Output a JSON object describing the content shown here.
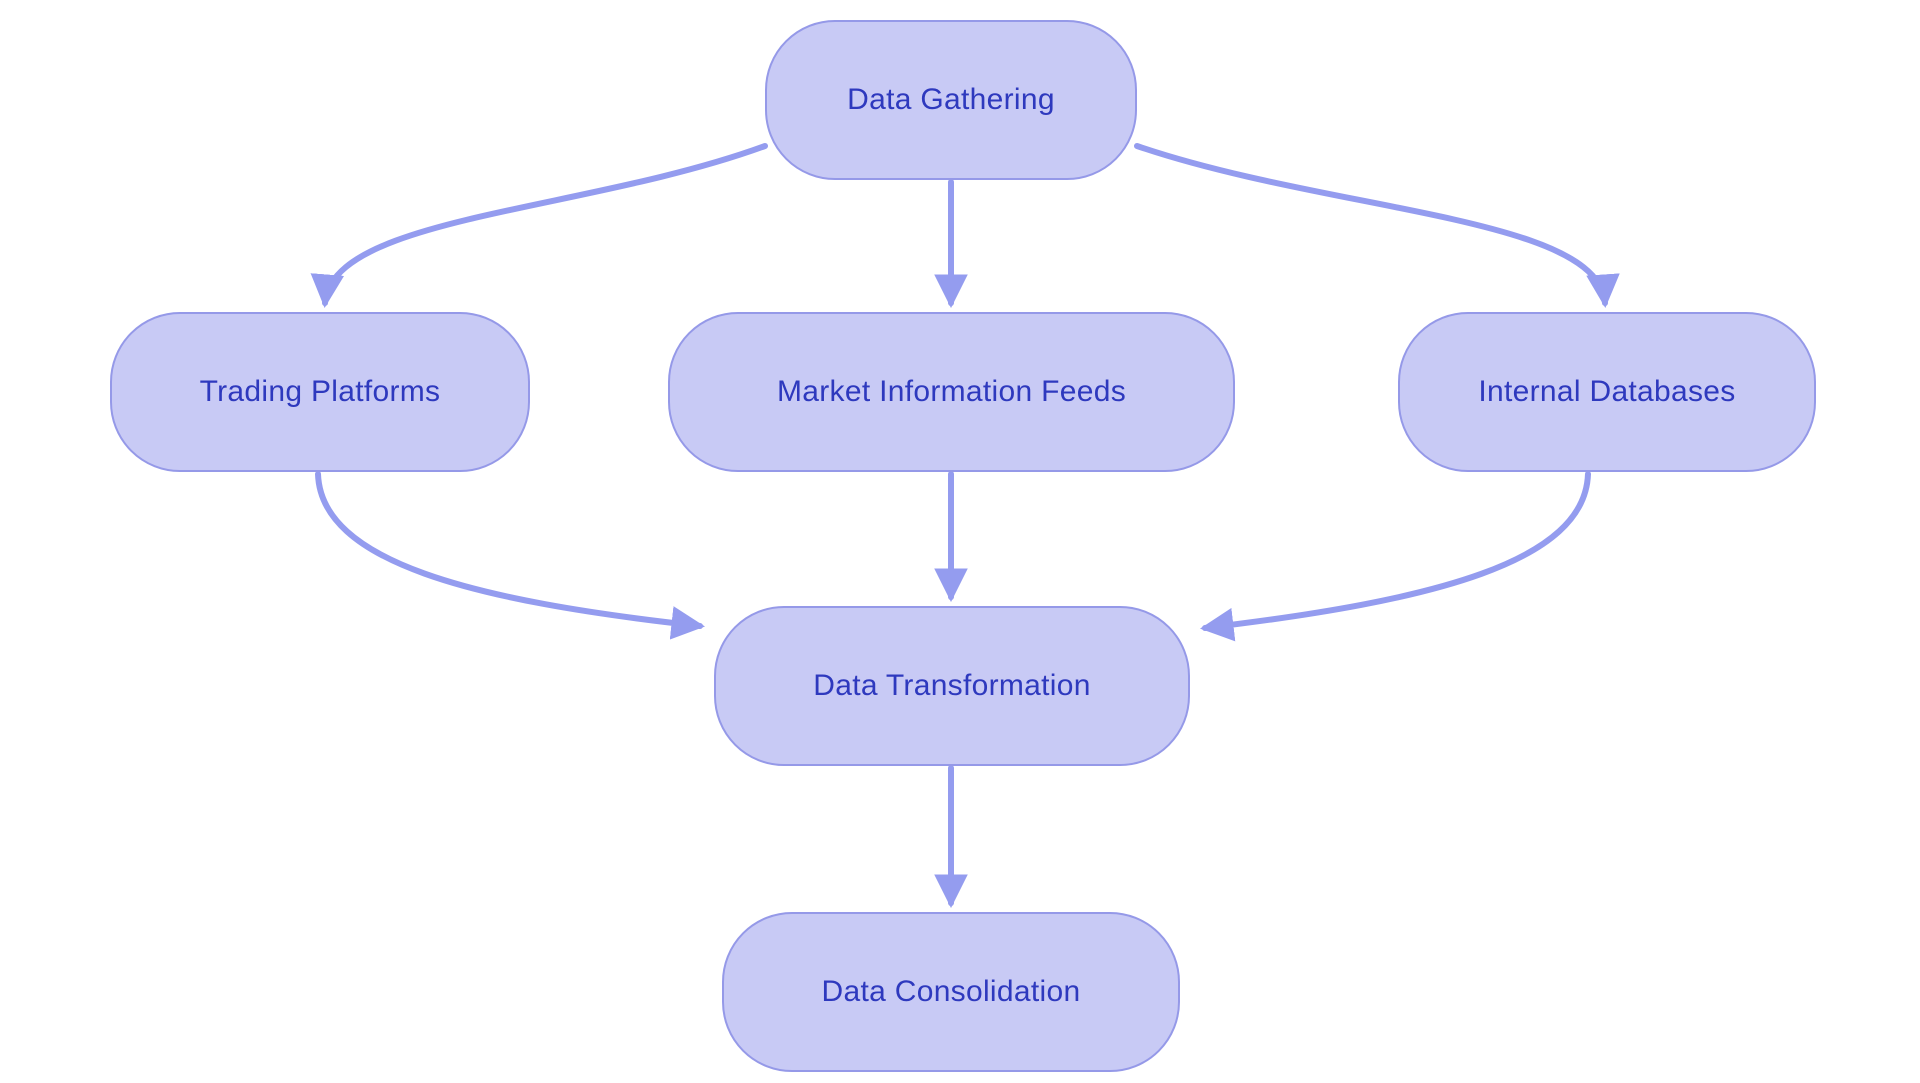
{
  "diagram": {
    "type": "flowchart",
    "direction": "top-down",
    "colors": {
      "background": "#ffffff",
      "node_fill": "#c8caf5",
      "node_border": "#9599e8",
      "node_text": "#2e39be",
      "arrow": "#949cef"
    },
    "nodes": [
      {
        "id": "data-gathering",
        "label": "Data Gathering"
      },
      {
        "id": "trading-platforms",
        "label": "Trading Platforms"
      },
      {
        "id": "market-info-feeds",
        "label": "Market Information Feeds"
      },
      {
        "id": "internal-databases",
        "label": "Internal Databases"
      },
      {
        "id": "data-transformation",
        "label": "Data Transformation"
      },
      {
        "id": "data-consolidation",
        "label": "Data Consolidation"
      }
    ],
    "edges": [
      {
        "from": "Data Gathering",
        "to": "Trading Platforms"
      },
      {
        "from": "Data Gathering",
        "to": "Market Information Feeds"
      },
      {
        "from": "Data Gathering",
        "to": "Internal Databases"
      },
      {
        "from": "Trading Platforms",
        "to": "Data Transformation"
      },
      {
        "from": "Market Information Feeds",
        "to": "Data Transformation"
      },
      {
        "from": "Internal Databases",
        "to": "Data Transformation"
      },
      {
        "from": "Data Transformation",
        "to": "Data Consolidation"
      }
    ]
  }
}
